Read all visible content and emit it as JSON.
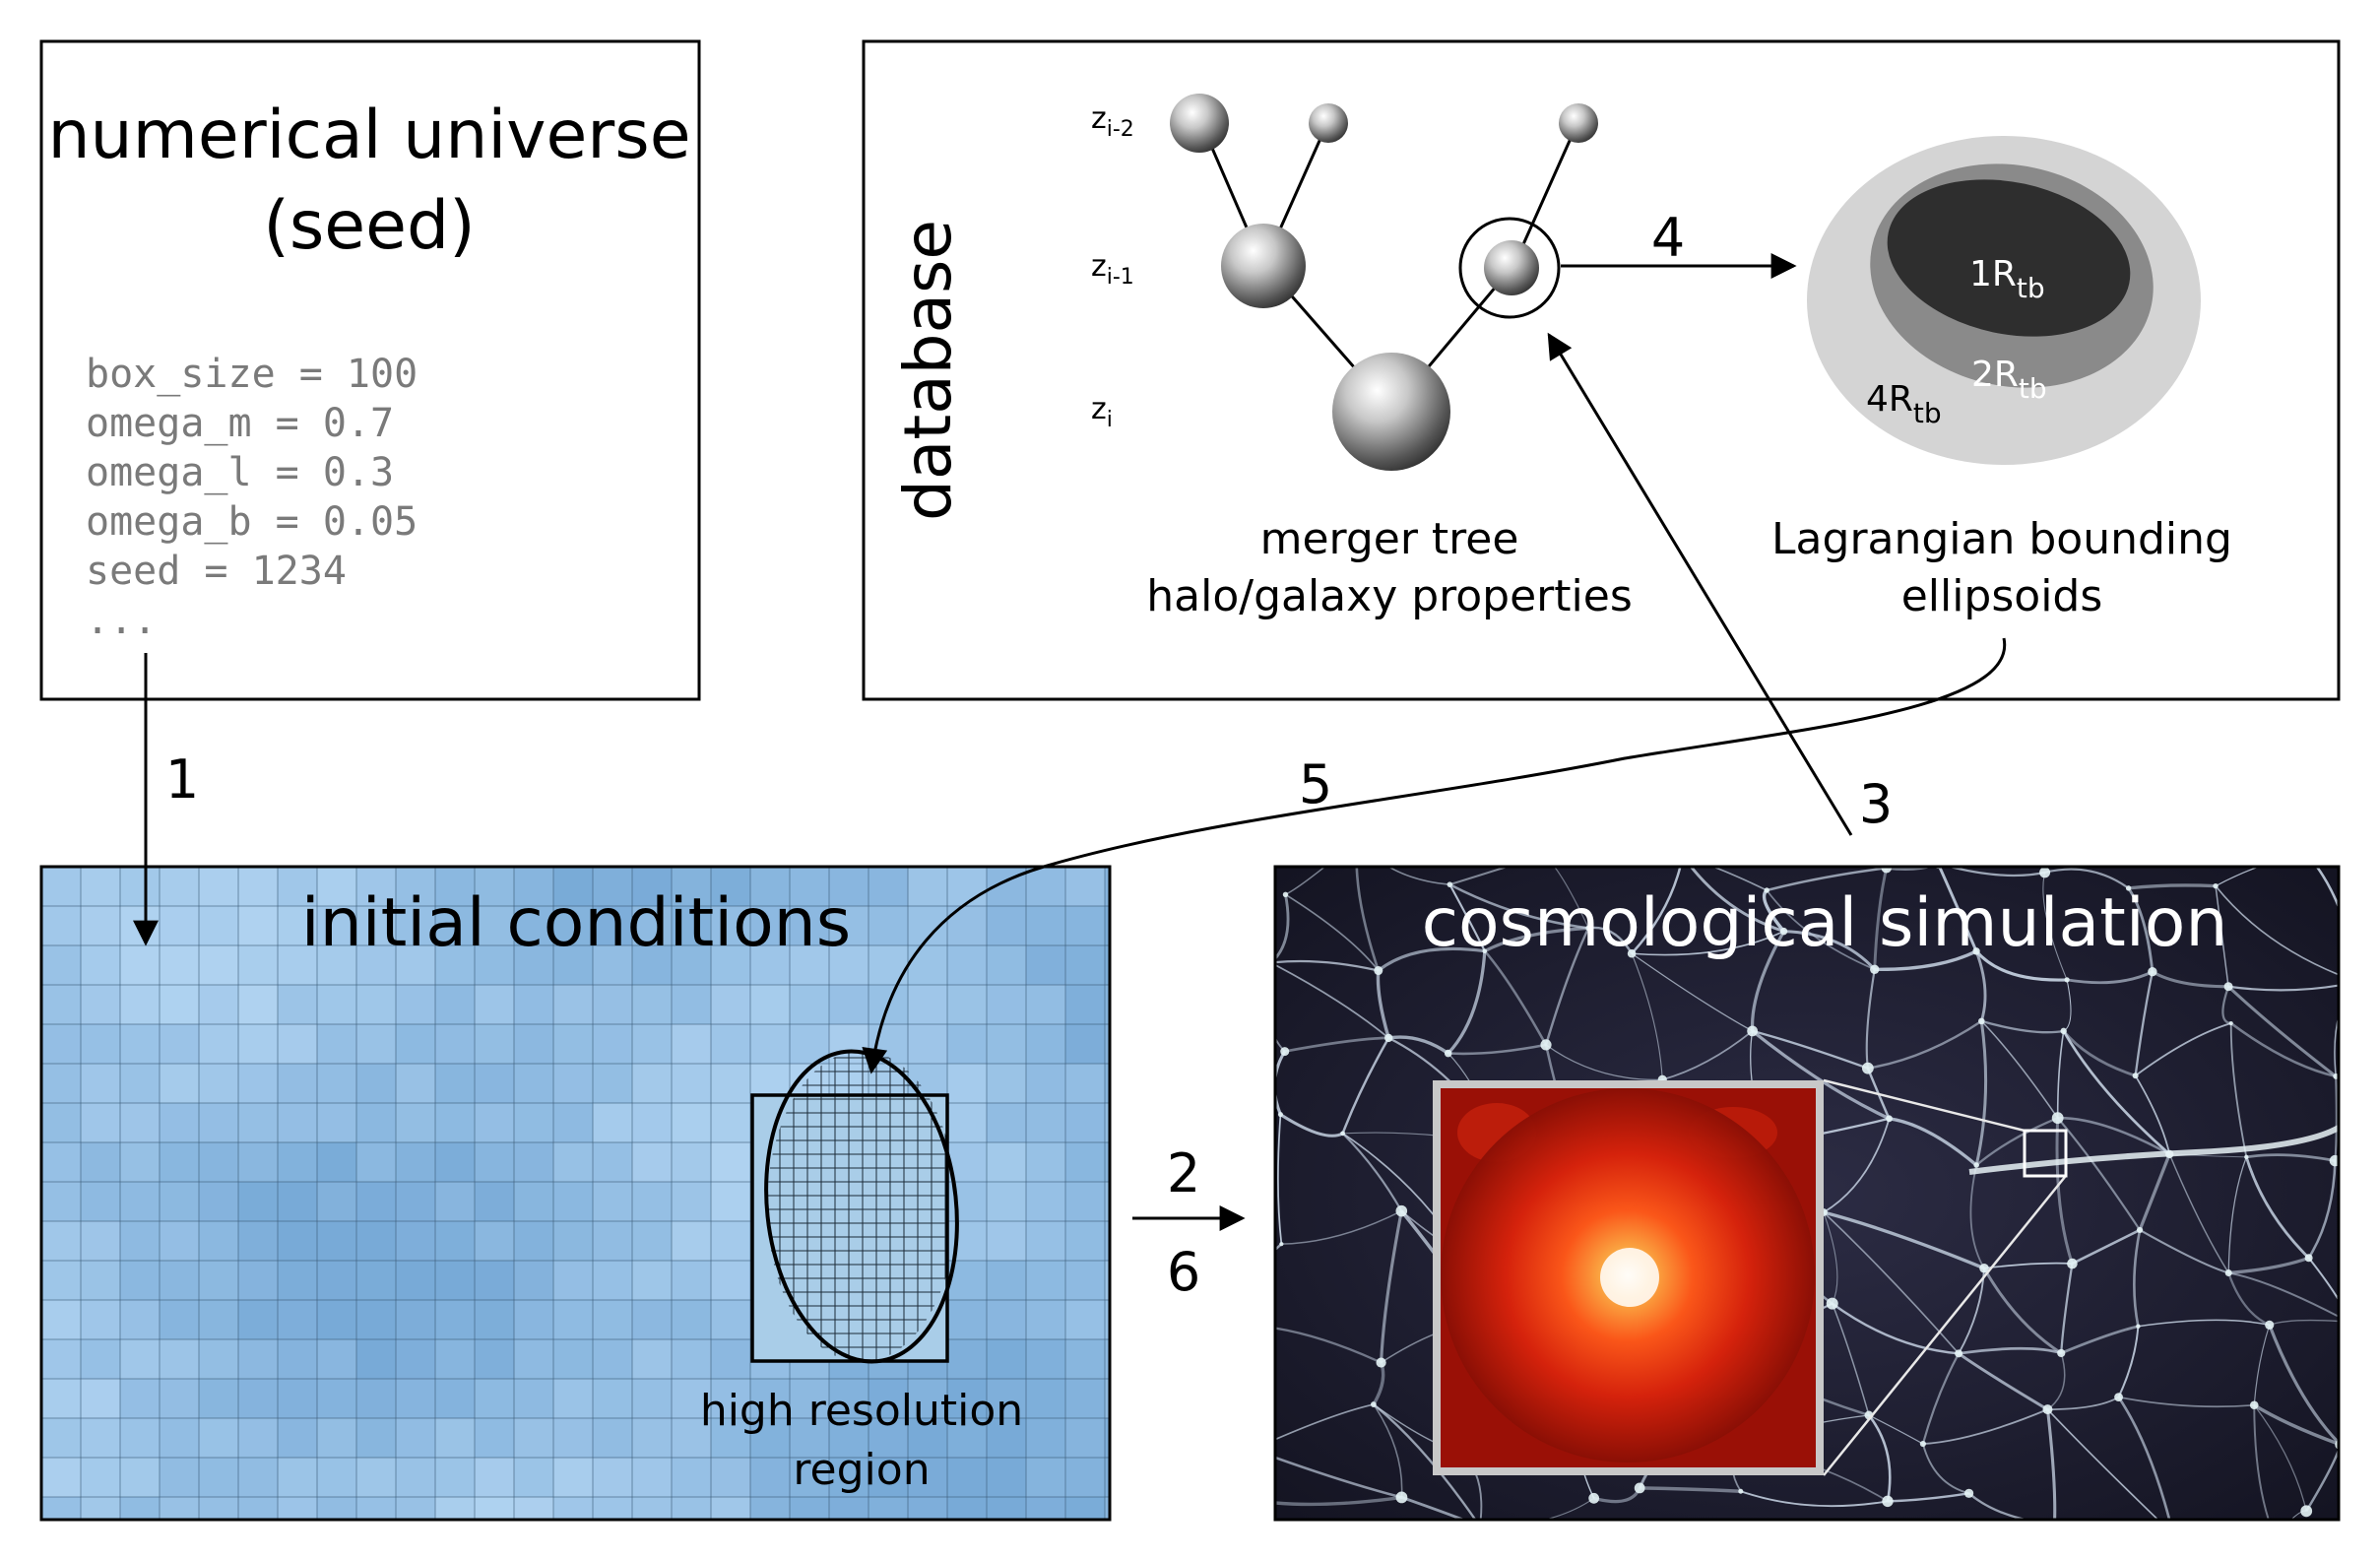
{
  "seed_box": {
    "title_line1": "numerical universe",
    "title_line2": "(seed)",
    "params": [
      "box_size = 100",
      "omega_m  = 0.7",
      "omega_l  = 0.3",
      "omega_b  = 0.05",
      "seed     = 1234",
      "..."
    ]
  },
  "database_box": {
    "label": "database",
    "redshift_labels": [
      {
        "base": "z",
        "sub": "i-2"
      },
      {
        "base": "z",
        "sub": "i-1"
      },
      {
        "base": "z",
        "sub": "i"
      }
    ],
    "merger_caption_line1": "merger tree",
    "merger_caption_line2": "halo/galaxy properties",
    "ellipsoid_caption_line1": "Lagrangian bounding",
    "ellipsoid_caption_line2": "ellipsoids",
    "ellipsoid_labels": [
      {
        "base": "1R",
        "sub": "tb"
      },
      {
        "base": "2R",
        "sub": "tb"
      },
      {
        "base": "4R",
        "sub": "tb"
      }
    ]
  },
  "initial_conditions": {
    "title": "initial conditions",
    "region_line1": "high resolution",
    "region_line2": "region"
  },
  "simulation": {
    "title": "cosmological simulation"
  },
  "step_labels": {
    "s1": "1",
    "s2": "2",
    "s3": "3",
    "s4": "4",
    "s5": "5",
    "s6": "6"
  },
  "colors": {
    "ic_blue_base": "#8dbadd",
    "sim_background": "#1b1b2e",
    "filament": "#c9d6e6",
    "halo_red": "#c8200a",
    "ellipse_outer": "#d4d4d4",
    "ellipse_mid": "#8a8a8a",
    "ellipse_inner": "#2e2e2e"
  }
}
